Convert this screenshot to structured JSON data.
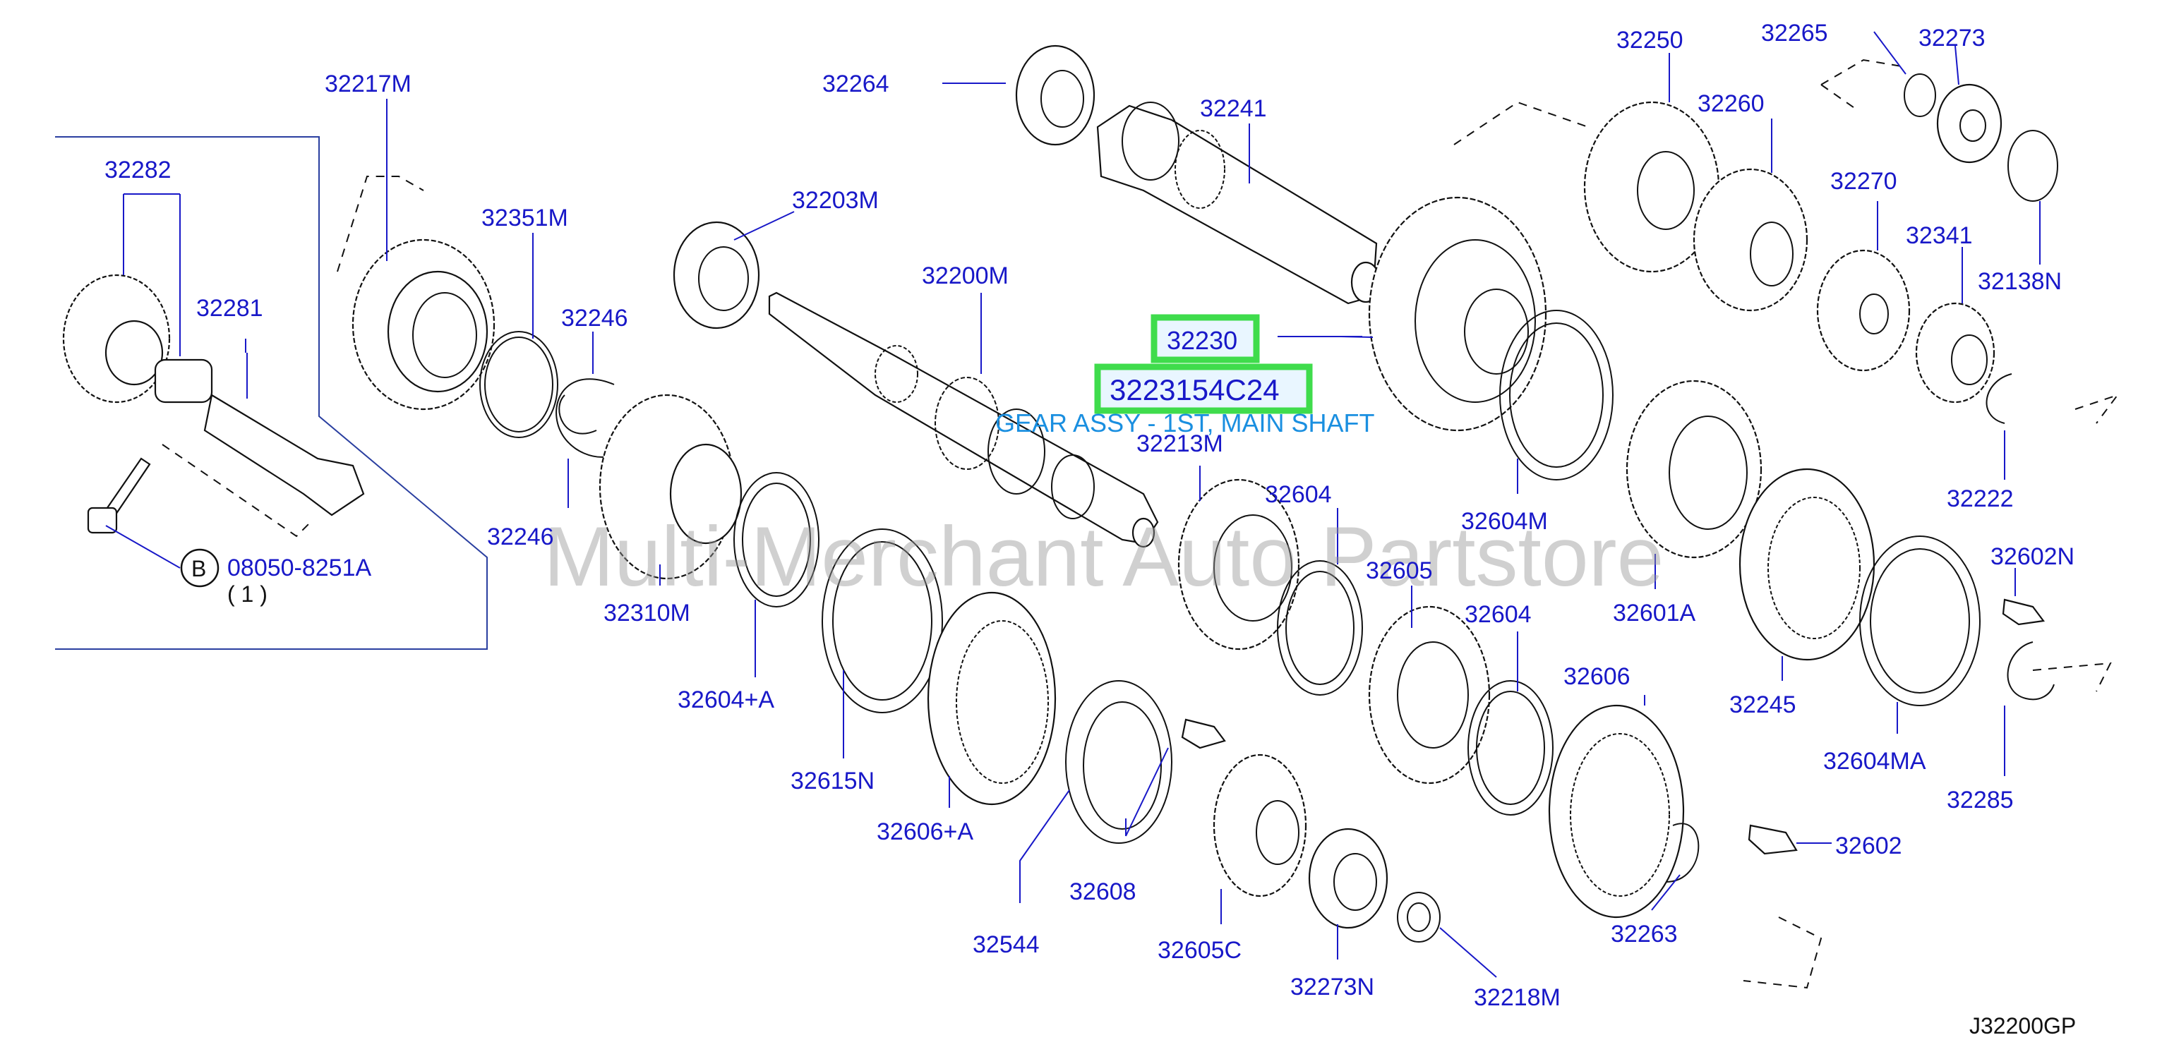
{
  "diagram": {
    "drawing_code": "J32200GP",
    "watermark": "Multi-Merchant Auto Partstore",
    "highlight": {
      "ref": "32230",
      "part_number": "3223154C24",
      "description": "GEAR ASSY - 1ST, MAIN SHAFT"
    },
    "callout": {
      "letter": "B",
      "part": "08050-8251A",
      "qty": "( 1 )"
    },
    "labels": {
      "p32217M": "32217M",
      "p32282": "32282",
      "p32351M": "32351M",
      "p32281": "32281",
      "p32246a": "32246",
      "p32246b": "32246",
      "p32310M": "32310M",
      "p32604A": "32604+A",
      "p32615N": "32615N",
      "p32606A": "32606+A",
      "p32608": "32608",
      "p32544": "32544",
      "p32264": "32264",
      "p32203M": "32203M",
      "p32241": "32241",
      "p32200M": "32200M",
      "p32213M": "32213M",
      "p32604a": "32604",
      "p32605": "32605",
      "p32604b": "32604",
      "p32605C": "32605C",
      "p32273N": "32273N",
      "p32218M": "32218M",
      "p32606": "32606",
      "p32263": "32263",
      "p32604M": "32604M",
      "p32601A": "32601A",
      "p32245": "32245",
      "p32604MA": "32604MA",
      "p32602": "32602",
      "p32602N": "32602N",
      "p32285": "32285",
      "p32222": "32222",
      "p32250": "32250",
      "p32265": "32265",
      "p32273": "32273",
      "p32260": "32260",
      "p32270": "32270",
      "p32341": "32341",
      "p32138N": "32138N"
    }
  }
}
